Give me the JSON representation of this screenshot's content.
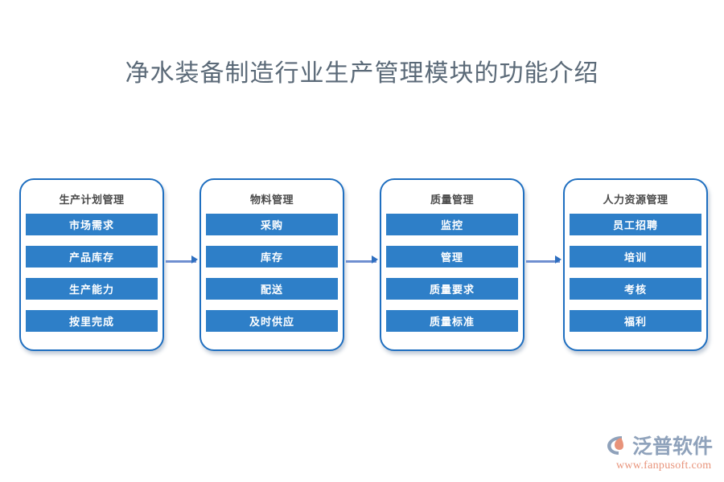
{
  "title": "净水装备制造行业生产管理模块的功能介绍",
  "theme": {
    "title_color": "#5b6a78",
    "card_border": "#1f6fc0",
    "bar_fill": "#2e7fc8",
    "bar_text": "#ffffff",
    "header_text": "#4a4a4a",
    "connector": "#6f8fd0",
    "watermark_text": "#8fa2bb",
    "watermark_url": "#e8937a",
    "background": "#ffffff"
  },
  "flow": {
    "columns": [
      {
        "header": "生产计划管理",
        "items": [
          "市场需求",
          "产品库存",
          "生产能力",
          "按里完成"
        ]
      },
      {
        "header": "物料管理",
        "items": [
          "采购",
          "库存",
          "配送",
          "及时供应"
        ]
      },
      {
        "header": "质量管理",
        "items": [
          "监控",
          "管理",
          "质量要求",
          "质量标准"
        ]
      },
      {
        "header": "人力资源管理",
        "items": [
          "员工招聘",
          "培训",
          "考核",
          "福利"
        ]
      }
    ],
    "connector_count": 3
  },
  "watermark": {
    "brand": "泛普软件",
    "url": "www.fanpusoft.com"
  }
}
